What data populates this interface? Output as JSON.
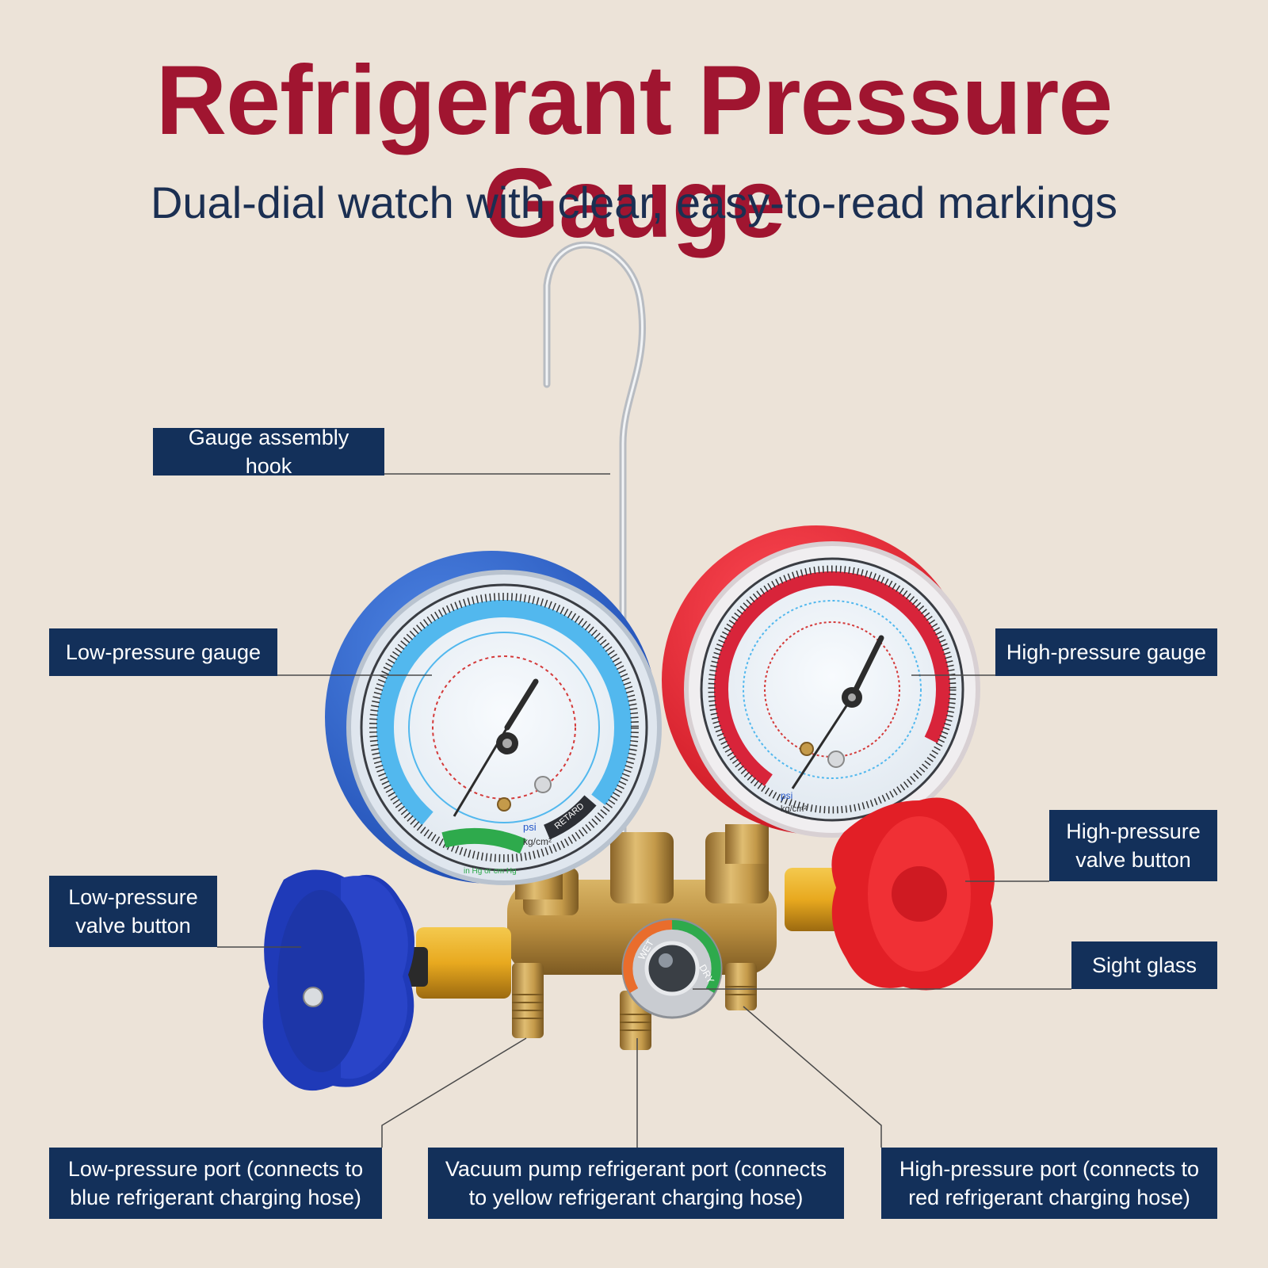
{
  "title": "Refrigerant Pressure Gauge",
  "subtitle": "Dual-dial watch with clear, easy-to-read markings",
  "labels": {
    "hook": "Gauge assembly hook",
    "low_gauge": "Low-pressure gauge",
    "high_gauge": "High-pressure gauge",
    "low_valve": "Low-pressure valve button",
    "high_valve": "High-pressure valve button",
    "sight_glass": "Sight glass",
    "low_port": "Low-pressure port (connects to blue refrigerant charging hose)",
    "vacuum_port": "Vacuum pump refrigerant port (connects to yellow refrigerant charging hose)",
    "high_port": "High-pressure port (connects to red refrigerant charging hose)"
  },
  "gauge_text": {
    "low_units": "psi",
    "low_units2": "kg/cm²",
    "low_retard": "RETARD",
    "low_vac": "in Hg or cm Hg",
    "high_units": "psi",
    "high_units2": "kg/cm²",
    "sight_wet": "WET",
    "sight_dry": "DRY"
  },
  "colors": {
    "title": "#a01530",
    "subtitle": "#1b2f52",
    "label_bg": "#13305a",
    "background": "#ece3d8",
    "low_accent": "#2456c8",
    "high_accent": "#e02232",
    "brass": "#c49a4a"
  }
}
